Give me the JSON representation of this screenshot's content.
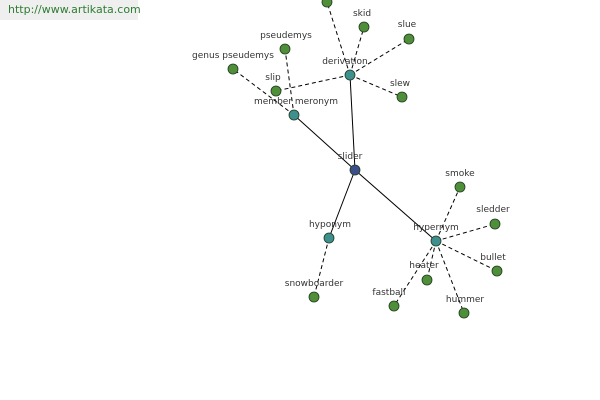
{
  "url": "http://www.artikata.com",
  "graph": {
    "nodes": [
      {
        "id": "slider",
        "label": "slider",
        "role": "center"
      },
      {
        "id": "member_meronym",
        "label": "member meronym",
        "role": "relation"
      },
      {
        "id": "derivation",
        "label": "derivation",
        "role": "relation"
      },
      {
        "id": "hyponym",
        "label": "hyponym",
        "role": "relation"
      },
      {
        "id": "hypernym",
        "label": "hypernym",
        "role": "relation"
      },
      {
        "id": "genus_pseudemys",
        "label": "genus pseudemys",
        "role": "leaf"
      },
      {
        "id": "pseudemys",
        "label": "pseudemys",
        "role": "leaf"
      },
      {
        "id": "slip",
        "label": "slip",
        "role": "leaf"
      },
      {
        "id": "top",
        "label": "",
        "role": "leaf"
      },
      {
        "id": "skid",
        "label": "skid",
        "role": "leaf"
      },
      {
        "id": "slue",
        "label": "slue",
        "role": "leaf"
      },
      {
        "id": "slew",
        "label": "slew",
        "role": "leaf"
      },
      {
        "id": "snowboarder",
        "label": "snowboarder",
        "role": "leaf"
      },
      {
        "id": "smoke",
        "label": "smoke",
        "role": "leaf"
      },
      {
        "id": "sledder",
        "label": "sledder",
        "role": "leaf"
      },
      {
        "id": "bullet",
        "label": "bullet",
        "role": "leaf"
      },
      {
        "id": "heater",
        "label": "heater",
        "role": "leaf"
      },
      {
        "id": "fastball",
        "label": "fastball",
        "role": "leaf"
      },
      {
        "id": "hummer",
        "label": "hummer",
        "role": "leaf"
      }
    ],
    "edges": [
      {
        "from": "slider",
        "to": "member_meronym",
        "style": "solid"
      },
      {
        "from": "slider",
        "to": "derivation",
        "style": "solid"
      },
      {
        "from": "slider",
        "to": "hyponym",
        "style": "solid"
      },
      {
        "from": "slider",
        "to": "hypernym",
        "style": "solid"
      },
      {
        "from": "member_meronym",
        "to": "genus_pseudemys",
        "style": "dashed"
      },
      {
        "from": "member_meronym",
        "to": "pseudemys",
        "style": "dashed"
      },
      {
        "from": "derivation",
        "to": "slip",
        "style": "dashed"
      },
      {
        "from": "derivation",
        "to": "top",
        "style": "dashed"
      },
      {
        "from": "derivation",
        "to": "skid",
        "style": "dashed"
      },
      {
        "from": "derivation",
        "to": "slue",
        "style": "dashed"
      },
      {
        "from": "derivation",
        "to": "slew",
        "style": "dashed"
      },
      {
        "from": "hyponym",
        "to": "snowboarder",
        "style": "dashed"
      },
      {
        "from": "hypernym",
        "to": "smoke",
        "style": "dashed"
      },
      {
        "from": "hypernym",
        "to": "sledder",
        "style": "dashed"
      },
      {
        "from": "hypernym",
        "to": "bullet",
        "style": "dashed"
      },
      {
        "from": "hypernym",
        "to": "heater",
        "style": "dashed"
      },
      {
        "from": "hypernym",
        "to": "fastball",
        "style": "dashed"
      },
      {
        "from": "hypernym",
        "to": "hummer",
        "style": "dashed"
      }
    ],
    "colors": {
      "center": "#3c4f8a",
      "relation": "#3f8f8f",
      "leaf": "#4f8f3a",
      "node_stroke": "#1f3a1f",
      "edge": "#000000",
      "url_text": "#2e7d32",
      "url_bg": "#efefef"
    }
  }
}
